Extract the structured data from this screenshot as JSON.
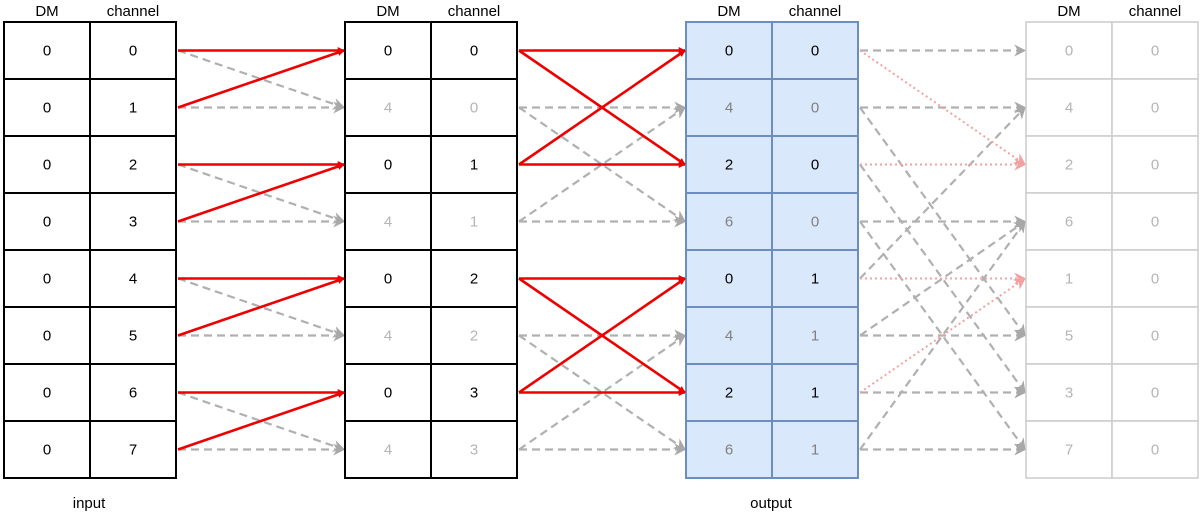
{
  "header_labels": {
    "dm": "DM",
    "channel": "channel"
  },
  "captions": {
    "input": "input",
    "output": "output"
  },
  "tables": [
    {
      "id": "input",
      "style": "solid",
      "caption": "input",
      "rows": [
        {
          "dm": "0",
          "channel": "0",
          "faded": false
        },
        {
          "dm": "0",
          "channel": "1",
          "faded": false
        },
        {
          "dm": "0",
          "channel": "2",
          "faded": false
        },
        {
          "dm": "0",
          "channel": "3",
          "faded": false
        },
        {
          "dm": "0",
          "channel": "4",
          "faded": false
        },
        {
          "dm": "0",
          "channel": "5",
          "faded": false
        },
        {
          "dm": "0",
          "channel": "6",
          "faded": false
        },
        {
          "dm": "0",
          "channel": "7",
          "faded": false
        }
      ]
    },
    {
      "id": "stage-1",
      "style": "solid",
      "caption": "",
      "rows": [
        {
          "dm": "0",
          "channel": "0",
          "faded": false
        },
        {
          "dm": "4",
          "channel": "0",
          "faded": true
        },
        {
          "dm": "0",
          "channel": "1",
          "faded": false
        },
        {
          "dm": "4",
          "channel": "1",
          "faded": true
        },
        {
          "dm": "0",
          "channel": "2",
          "faded": false
        },
        {
          "dm": "4",
          "channel": "2",
          "faded": true
        },
        {
          "dm": "0",
          "channel": "3",
          "faded": false
        },
        {
          "dm": "4",
          "channel": "3",
          "faded": true
        }
      ]
    },
    {
      "id": "output",
      "style": "highlight",
      "caption": "output",
      "rows": [
        {
          "dm": "0",
          "channel": "0",
          "faded": false
        },
        {
          "dm": "4",
          "channel": "0",
          "faded": true
        },
        {
          "dm": "2",
          "channel": "0",
          "faded": false
        },
        {
          "dm": "6",
          "channel": "0",
          "faded": true
        },
        {
          "dm": "0",
          "channel": "1",
          "faded": false
        },
        {
          "dm": "4",
          "channel": "1",
          "faded": true
        },
        {
          "dm": "2",
          "channel": "1",
          "faded": false
        },
        {
          "dm": "6",
          "channel": "1",
          "faded": true
        }
      ]
    },
    {
      "id": "stage-3",
      "style": "ghost",
      "caption": "",
      "rows": [
        {
          "dm": "0",
          "channel": "0",
          "faded": true
        },
        {
          "dm": "4",
          "channel": "0",
          "faded": true
        },
        {
          "dm": "2",
          "channel": "0",
          "faded": true
        },
        {
          "dm": "6",
          "channel": "0",
          "faded": true
        },
        {
          "dm": "1",
          "channel": "0",
          "faded": true
        },
        {
          "dm": "5",
          "channel": "0",
          "faded": true
        },
        {
          "dm": "3",
          "channel": "0",
          "faded": true
        },
        {
          "dm": "7",
          "channel": "0",
          "faded": true
        }
      ]
    }
  ],
  "connections": [
    {
      "from_table": 0,
      "to_table": 1,
      "red": [
        [
          0,
          0
        ],
        [
          1,
          0
        ],
        [
          2,
          2
        ],
        [
          3,
          2
        ],
        [
          4,
          4
        ],
        [
          5,
          4
        ],
        [
          6,
          6
        ],
        [
          7,
          6
        ]
      ],
      "grey": [
        [
          0,
          1
        ],
        [
          1,
          1
        ],
        [
          2,
          3
        ],
        [
          3,
          3
        ],
        [
          4,
          5
        ],
        [
          5,
          5
        ],
        [
          6,
          7
        ],
        [
          7,
          7
        ]
      ],
      "red_style": "solid"
    },
    {
      "from_table": 1,
      "to_table": 2,
      "red": [
        [
          0,
          0
        ],
        [
          0,
          2
        ],
        [
          2,
          0
        ],
        [
          2,
          2
        ],
        [
          4,
          4
        ],
        [
          4,
          6
        ],
        [
          6,
          4
        ],
        [
          6,
          6
        ]
      ],
      "grey": [
        [
          1,
          1
        ],
        [
          1,
          3
        ],
        [
          3,
          1
        ],
        [
          3,
          3
        ],
        [
          5,
          5
        ],
        [
          5,
          7
        ],
        [
          7,
          5
        ],
        [
          7,
          7
        ]
      ],
      "red_style": "solid"
    },
    {
      "from_table": 2,
      "to_table": 3,
      "red": [
        [
          0,
          2
        ],
        [
          4,
          4
        ],
        [
          2,
          2
        ],
        [
          6,
          4
        ]
      ],
      "grey": [
        [
          0,
          0
        ],
        [
          1,
          1
        ],
        [
          1,
          5
        ],
        [
          2,
          6
        ],
        [
          3,
          3
        ],
        [
          3,
          7
        ],
        [
          4,
          1
        ],
        [
          5,
          5
        ],
        [
          5,
          3
        ],
        [
          6,
          6
        ],
        [
          7,
          7
        ],
        [
          7,
          3
        ]
      ],
      "red_style": "dotted"
    }
  ],
  "colors": {
    "red": "#ee0000",
    "red_faded": "#f4a0a0",
    "grey_arrow": "#b0b0b0",
    "black": "#000000",
    "ghost_border": "#cccccc",
    "faded_text": "#b5b5b5",
    "highlight_fill": "#dae8fc",
    "highlight_border": "#6c8ebf",
    "highlight_faded_text": "#808080"
  }
}
